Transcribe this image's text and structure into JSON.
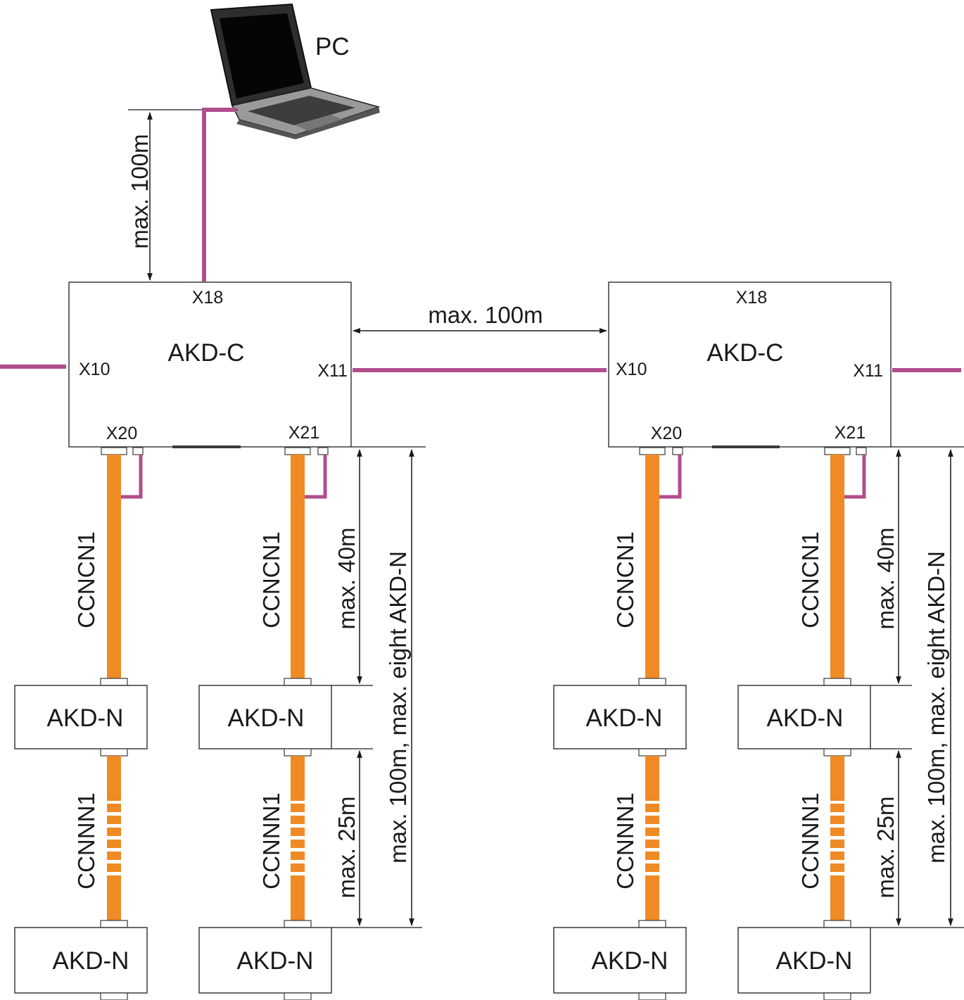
{
  "colors": {
    "ethernet": "#b04e8c",
    "cable": "#f08a24",
    "outline": "#3a3a3a",
    "text": "#1a1a1a"
  },
  "pc": {
    "label": "PC",
    "icon": "laptop-icon"
  },
  "dimensions": {
    "pc_link": "max. 100m",
    "controller_link": "max. 100m",
    "ccncn1_length": "max. 40m",
    "ccnnn1_length": "max. 25m",
    "string_total": "max. 100m, max. eight AKD-N"
  },
  "controllers": [
    {
      "label": "AKD-C",
      "ports": {
        "x18": "X18",
        "x10": "X10",
        "x11": "X11",
        "x20": "X20",
        "x21": "X21"
      }
    },
    {
      "label": "AKD-C",
      "ports": {
        "x18": "X18",
        "x10": "X10",
        "x11": "X11",
        "x20": "X20",
        "x21": "X21"
      }
    }
  ],
  "cables": {
    "ccncn1": "CCNCN1",
    "ccnnn1": "CCNNN1"
  },
  "drives": {
    "n1": "AKD-N",
    "n2": "AKD-N",
    "n3": "AKD-N",
    "n4": "AKD-N",
    "n5": "AKD-N",
    "n6": "AKD-N",
    "n7": "AKD-N",
    "n8": "AKD-N"
  }
}
